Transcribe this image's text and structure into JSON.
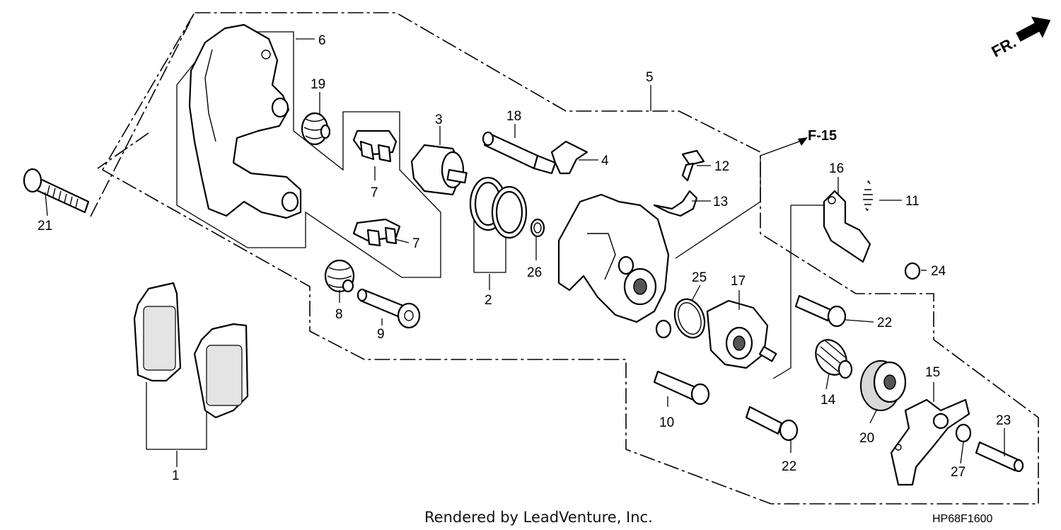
{
  "callouts": {
    "c1": "1",
    "c2": "2",
    "c3": "3",
    "c4": "4",
    "c5": "5",
    "c6": "6",
    "c7a": "7",
    "c7b": "7",
    "c8": "8",
    "c9": "9",
    "c10": "10",
    "c11": "11",
    "c12": "12",
    "c13": "13",
    "c14": "14",
    "c15": "15",
    "c16": "16",
    "c17": "17",
    "c18": "18",
    "c19": "19",
    "c20": "20",
    "c21": "21",
    "c22a": "22",
    "c22b": "22",
    "c23": "23",
    "c24": "24",
    "c25": "25",
    "c26": "26",
    "c27": "27"
  },
  "reference": "F-15",
  "direction_label": "FR.",
  "footer": {
    "credit": "Rendered by LeadVenture, Inc.",
    "code": "HP68F1600"
  }
}
